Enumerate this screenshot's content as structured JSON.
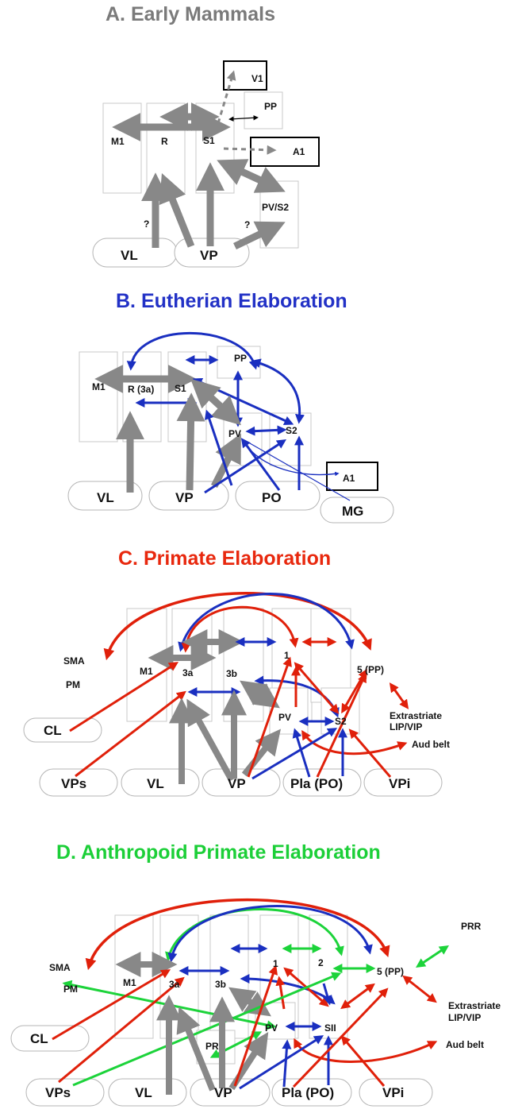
{
  "panels": {
    "a": {
      "title": "A.  Early Mammals",
      "title_color": "#7a7a7a",
      "labels": {
        "v1": "V1",
        "pp": "PP",
        "m1": "M1",
        "r": "R",
        "s1": "S1",
        "a1": "A1",
        "pvs2": "PV/S2",
        "vl": "VL",
        "vp": "VP",
        "q1": "?",
        "q2": "?"
      }
    },
    "b": {
      "title": "B.  Eutherian Elaboration",
      "title_color": "#2231c6",
      "labels": {
        "pp": "PP",
        "m1": "M1",
        "r3a": "R (3a)",
        "s1": "S1",
        "pv": "PV",
        "s2": "S2",
        "a1": "A1",
        "vl": "VL",
        "vp": "VP",
        "po": "PO",
        "mg": "MG"
      }
    },
    "c": {
      "title": "C.  Primate Elaboration",
      "title_color": "#e8280e",
      "labels": {
        "sma": "SMA",
        "pm": "PM",
        "m1": "M1",
        "a3": "3a",
        "b3": "3b",
        "one": "1",
        "pp5": "5 (PP)",
        "pv": "PV",
        "s2": "S2",
        "extr": "Extrastriate",
        "lipvip": "LIP/VIP",
        "aud": "Aud belt",
        "cl": "CL",
        "vps": "VPs",
        "vl": "VL",
        "vp": "VP",
        "pla": "Pla (PO)",
        "vpi": "VPi"
      }
    },
    "d": {
      "title": "D.  Anthropoid Primate Elaboration",
      "title_color": "#1ccf38",
      "labels": {
        "prr": "PRR",
        "sma": "SMA",
        "pm": "PM",
        "m1": "M1",
        "a3": "3a",
        "b3": "3b",
        "one": "1",
        "two": "2",
        "pp5": "5 (PP)",
        "extr": "Extrastriate",
        "lipvip": "LIP/VIP",
        "pv": "PV",
        "sii": "SII",
        "pr": "PR",
        "aud": "Aud belt",
        "cl": "CL",
        "vps": "VPs",
        "vl": "VL",
        "vp": "VP",
        "pla": "Pla (PO)",
        "vpi": "VPi"
      }
    }
  },
  "colors": {
    "gray": "#888888",
    "blue": "#1a2fc0",
    "red": "#e0200a",
    "green": "#1cd33a",
    "box_stroke": "#c8c8c8"
  }
}
